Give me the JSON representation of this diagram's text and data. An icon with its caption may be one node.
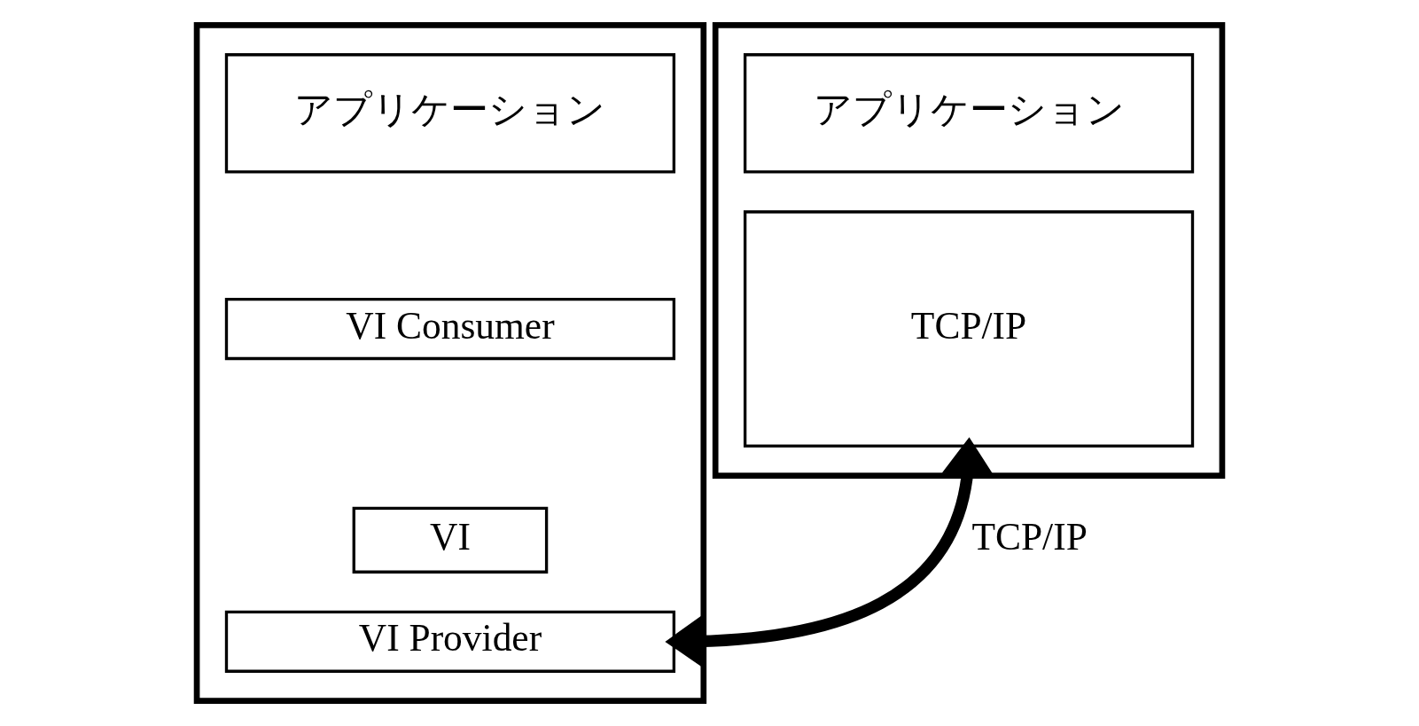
{
  "diagram": {
    "nodes": [
      {
        "text": [],
        "shape": "box"
      },
      {
        "text": [
          "アプリケーション"
        ],
        "in": 0
      },
      {
        "text": [
          "VI Consumer"
        ],
        "in": 0
      },
      {
        "text": [
          "VI"
        ],
        "in": 0
      },
      {
        "text": [
          "VI Provider"
        ],
        "in": 0
      },
      {
        "text": [],
        "shape": "box"
      },
      {
        "text": [
          "アプリケーション"
        ],
        "in": 5
      },
      {
        "text": [
          "TCP/IP"
        ],
        "in": 5
      }
    ],
    "edges": [
      {
        "from": 4,
        "to": 7,
        "arrow": "both",
        "label": "TCP/IP"
      }
    ]
  }
}
